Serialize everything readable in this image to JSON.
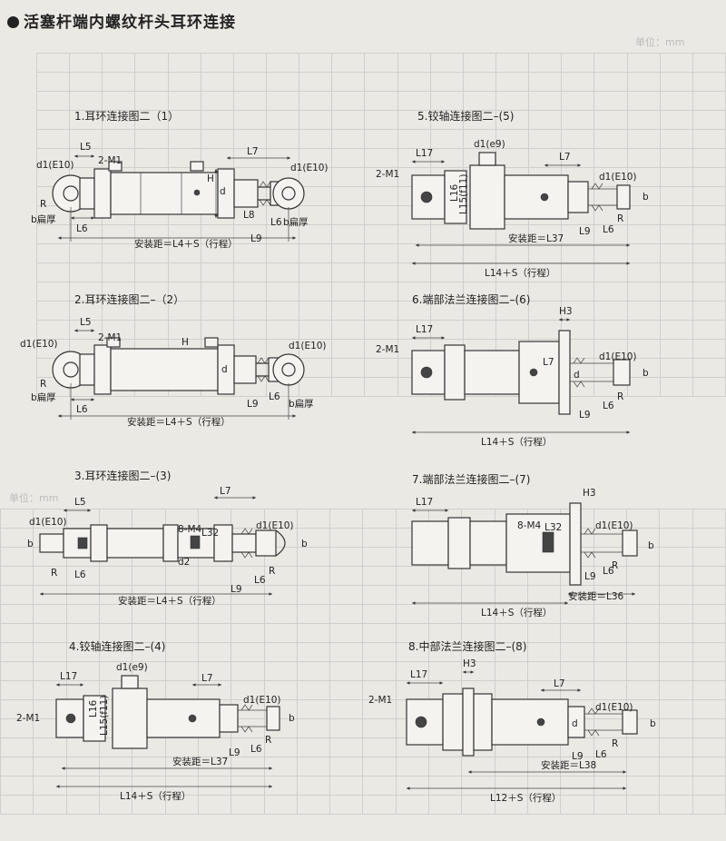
{
  "header": {
    "title": "活塞杆端内螺纹杆头耳环连接",
    "unit_text_1": "单位：mm",
    "unit_text_2": "单位：mm"
  },
  "diagrams": [
    {
      "caption": "1.耳环连接图二（1）",
      "labels": {
        "l5": "L5",
        "m1": "2-M1",
        "l7": "L7",
        "d1_left": "d1(E10)",
        "d1_right": "d1(E10)",
        "r": "R",
        "b_flat": "b扁厚",
        "l6": "L6",
        "l9": "L9",
        "l6b": "L6",
        "l8": "L8",
        "b_flat_right": "b扁厚",
        "h": "H",
        "d": "d",
        "install": "安装距＝L4＋S（行程）"
      }
    },
    {
      "caption": "2.耳环连接图二–（2）",
      "labels": {
        "l5": "L5",
        "m1": "2-M1",
        "d1_left": "d1(E10)",
        "d1_right": "d1(E10)",
        "r": "R",
        "b_flat": "b扁厚",
        "l6": "L6",
        "l9": "L9",
        "l6b": "L6",
        "b_flat_right": "b扁厚",
        "h": "H",
        "d": "d",
        "install": "安装距＝L4＋S（行程）"
      }
    },
    {
      "caption": "3.耳环连接图二–(3)",
      "labels": {
        "l5": "L5",
        "l7": "L7",
        "d1_left": "d1(E10)",
        "d1_right": "d1(E10)",
        "b": "b",
        "r": "R",
        "l6": "L6",
        "m4": "8-M4",
        "l32": "L32",
        "d2": "d2",
        "l9": "L9",
        "l6b": "L6",
        "rb": "R",
        "bb": "b",
        "install": "安装距＝L4＋S（行程）"
      }
    },
    {
      "caption": "4.铰轴连接图二–(4)",
      "labels": {
        "d1e9": "d1(e9)",
        "l17": "L17",
        "m1": "2-M1",
        "l7": "L7",
        "l16": "L16",
        "l15": "L15(f11)",
        "d1_right": "d1(E10)",
        "r": "R",
        "l9": "L9",
        "l6": "L6",
        "b": "b",
        "install": "安装距＝L37",
        "total": "L14＋S（行程）"
      }
    },
    {
      "caption": "5.铰轴连接图二–(5)",
      "labels": {
        "d1e9": "d1(e9)",
        "l17": "L17",
        "m1": "2-M1",
        "l7": "L7",
        "l16": "L16",
        "l15": "L15(f11)",
        "d1_right": "d1(E10)",
        "r": "R",
        "l9": "L9",
        "l6": "L6",
        "b": "b",
        "install": "安装距＝L37",
        "total": "L14＋S（行程）"
      }
    },
    {
      "caption": "6.端部法兰连接图二–(6)",
      "labels": {
        "h3": "H3",
        "l17": "L17",
        "m1": "2-M1",
        "l7": "L7",
        "d1_right": "d1(E10)",
        "r": "R",
        "l9": "L9",
        "l6": "L6",
        "b": "b",
        "d": "d",
        "total": "L14＋S（行程）"
      }
    },
    {
      "caption": "7.端部法兰连接图二–(7)",
      "labels": {
        "l17": "L17",
        "h3": "H3",
        "m4": "8-M4",
        "l32": "L32",
        "d1_right": "d1(E10)",
        "r": "R",
        "l9": "L9",
        "l6": "L6",
        "b": "b",
        "install": "安装距＝L36",
        "total": "L14＋S（行程）"
      }
    },
    {
      "caption": "8.中部法兰连接图二–(8)",
      "labels": {
        "h3": "H3",
        "l17": "L17",
        "m1": "2-M1",
        "l7": "L7",
        "d1_right": "d1(E10)",
        "r": "R",
        "l9": "L9",
        "l6": "L6",
        "b": "b",
        "d": "d",
        "install": "安装距＝L38",
        "total": "L12＋S（行程）"
      }
    }
  ]
}
